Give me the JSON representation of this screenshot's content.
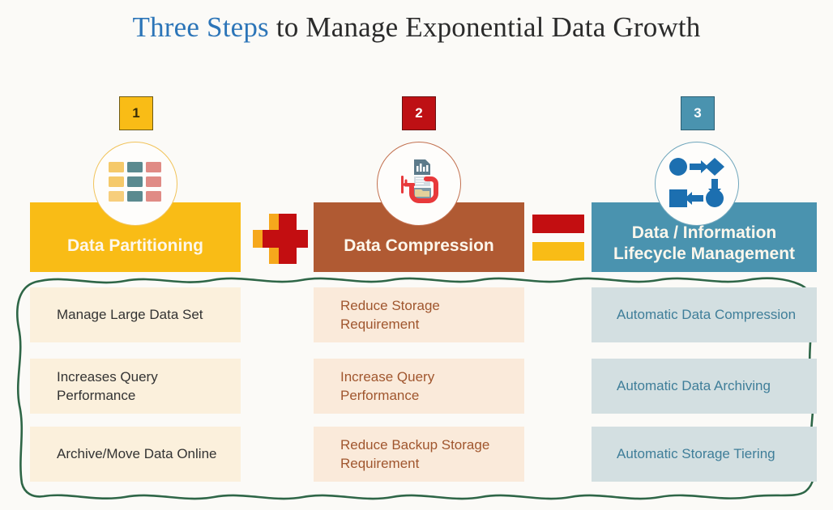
{
  "title": {
    "accent_text": "Three Steps",
    "rest_text": " to Manage Exponential Data Growth",
    "accent_color": "#2C75B8",
    "rest_color": "#2B2B2B"
  },
  "steps": [
    {
      "badge": "1",
      "badge_bg": "#F9BC16",
      "header_label": "Data Partitioning",
      "header_bg": "#F9BC16",
      "icon": "data-grid-icon",
      "items": [
        "Manage Large Data Set",
        "Increases Query Performance",
        "Archive/Move Data Online"
      ],
      "item_bg": "#FBF0DC",
      "item_text_color": "#333333"
    },
    {
      "badge": "2",
      "badge_bg": "#BE1014",
      "header_label": "Data Compression",
      "header_bg": "#B05A33",
      "icon": "clamp-compress-documents-icon",
      "items": [
        "Reduce Storage Requirement",
        "Increase Query Performance",
        "Reduce Backup Storage Requirement"
      ],
      "item_bg": "#FAEADA",
      "item_text_color": "#A0562E"
    },
    {
      "badge": "3",
      "badge_bg": "#4A93AF",
      "header_label": "Data / Information Lifecycle Management",
      "header_bg": "#4A93AF",
      "icon": "lifecycle-flow-icon",
      "items": [
        "Automatic Data Compression",
        "Automatic Data Archiving",
        "Automatic Storage Tiering"
      ],
      "item_bg": "#D3DFE1",
      "item_text_color": "#3F7E99"
    }
  ],
  "operators": {
    "plus": "plus-icon",
    "equals": "equals-icon"
  },
  "panel": {
    "border_color": "#2E6647",
    "style": "wavy-hand-drawn"
  }
}
